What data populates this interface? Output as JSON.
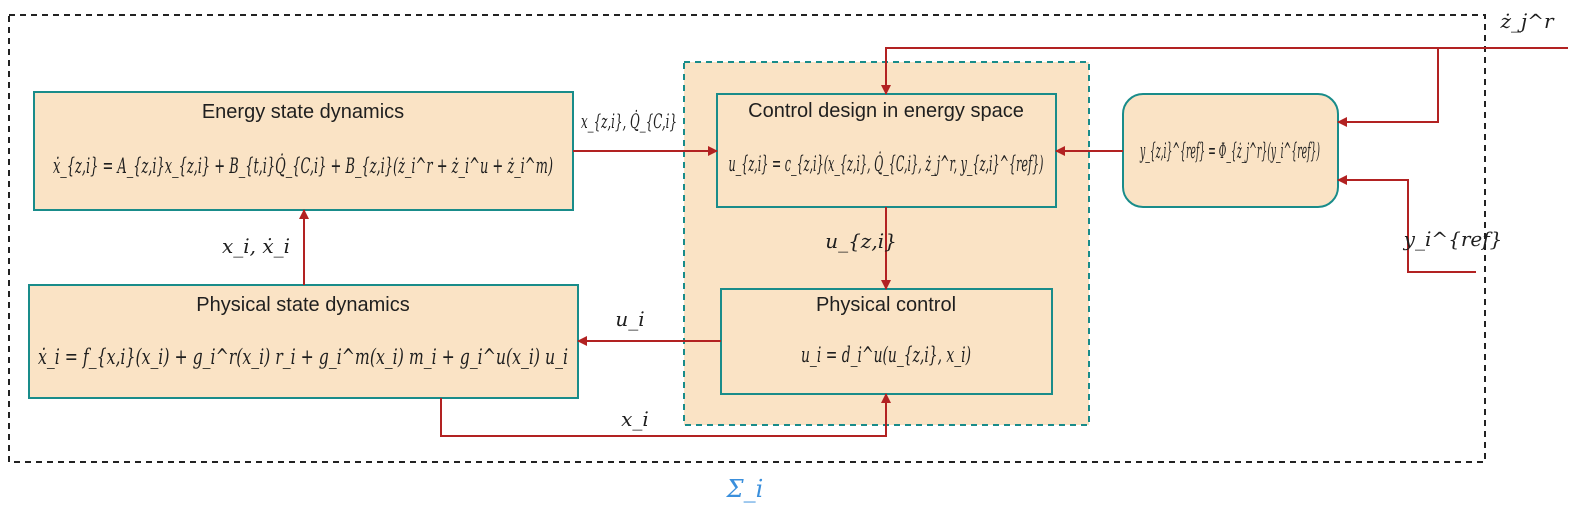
{
  "system_label": "Σ_i",
  "colors": {
    "box_fill": "#fae3c5",
    "box_border": "#198c8a",
    "arrow": "#b22222",
    "system_label": "#3a8fdc"
  },
  "blocks": {
    "energy": {
      "title": "Energy state dynamics",
      "equation": "ẋ_{z,i} = A_{z,i}x_{z,i} + B_{t,i}Q̇_{C,i} + B_{z,i}(ż_i^r + ż_i^u + ż_i^m)"
    },
    "physical_state": {
      "title": "Physical state dynamics",
      "equation": "ẋ_i = f_{x,i}(x_i) + g_i^r(x_i) r_i + g_i^m(x_i) m_i + g_i^u(x_i) u_i"
    },
    "control_design": {
      "title": "Control design in energy space",
      "equation": "u_{z,i} = c_{z,i}(x_{z,i}, Q̇_{C,i}, ż_j^r, y_{z,i}^{ref})"
    },
    "physical_control": {
      "title": "Physical control",
      "equation": "u_i = d_i^u(u_{z,i}, x_i)"
    },
    "reference": {
      "equation": "y_{z,i}^{ref} = Φ_{ż_j^r}(y_i^{ref})"
    }
  },
  "signals": {
    "x_i_xdot_i": "x_i, ẋ_i",
    "xz_qc": "x_{z,i}, Q̇_{C,i}",
    "u_zi": "u_{z,i}",
    "u_i": "u_i",
    "x_i": "x_i",
    "zdot_j_r": "ż_j^r",
    "y_i_ref": "y_i^{ref}"
  }
}
